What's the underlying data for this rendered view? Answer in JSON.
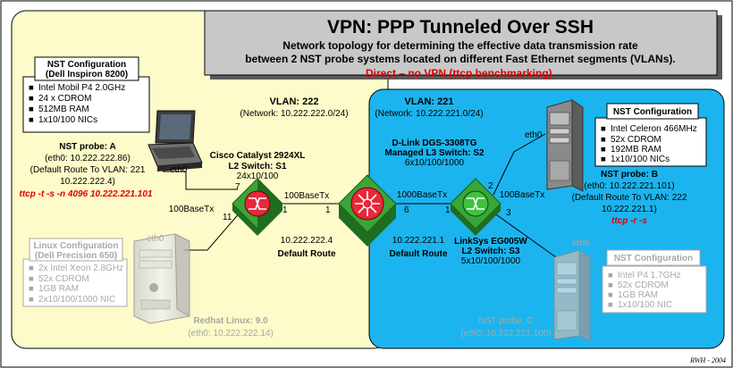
{
  "title": {
    "heading": "VPN: PPP Tunneled Over SSH",
    "line1": "Network topology for determining the effective data transmission rate",
    "line2": "between 2 NST probe systems located on different Fast Ethernet segments (VLANs).",
    "line3": "Direct – no VPN (ttcp benchmarking)."
  },
  "vlan222": {
    "label": "VLAN: 222",
    "network": "(Network: 10.222.222.0/24)"
  },
  "vlan221": {
    "label": "VLAN: 221",
    "network": "(Network: 10.222.221.0/24)"
  },
  "config_a": {
    "title1": "NST Configuration",
    "title2": "(Dell Inspiron 8200)",
    "items": [
      "Intel Mobil P4 2.0GHz",
      "24 x CDROM",
      "512MB RAM",
      "1x10/100 NICs"
    ]
  },
  "config_b": {
    "title1": "NST Configuration",
    "items": [
      "Intel Celeron 466MHz",
      "52x CDROM",
      "192MB RAM",
      "1x10/100 NICs"
    ]
  },
  "config_linux": {
    "title1": "Linux Configuration",
    "title2": "(Dell Precision 650)",
    "items": [
      "2x Intel Xeon 2.8GHz",
      "52x CDROM",
      "1GB RAM",
      "2x10/100/1000 NIC"
    ]
  },
  "config_c": {
    "title1": "NST Configuration",
    "items": [
      "Intel P4 1.7GHz",
      "52x CDROM",
      "1GB RAM",
      "1x10/100 NIC"
    ]
  },
  "probe_a": {
    "name": "NST probe: A",
    "ip": "(eth0: 10.222.222.86)",
    "route1": "(Default Route To VLAN: 221",
    "route2": "10.222.222.4)",
    "cmd": "ttcp -t -s -n 4096 10.222.221.101",
    "iface": "eth0"
  },
  "probe_b": {
    "name": "NST probe: B",
    "ip": "(eth0: 10.222.221.101)",
    "route1": "(Default Route To VLAN: 222",
    "route2": "10.222.221.1)",
    "cmd": "ttcp -r -s",
    "iface": "eth0"
  },
  "probe_c": {
    "name": "NST probe: C",
    "ip": "(eth0: 10.222.221.100)",
    "iface": "eth0"
  },
  "redhat": {
    "name": "Redhat Linux: 9.0",
    "ip": "(eth0: 10.222.222.14)",
    "iface": "eth0"
  },
  "switch_s1": {
    "l1": "Cisco Catalyst 2924XL",
    "l2": "L2 Switch: S1",
    "l3": "24x10/100"
  },
  "switch_s2": {
    "l1": "D-Link DGS-3308TG",
    "l2": "Managed L3 Switch: S2",
    "l3": "6x10/100/1000"
  },
  "switch_s3": {
    "l1": "LinkSys EG005W",
    "l2": "L2 Switch: S3",
    "l3": "5x10/100/1000"
  },
  "route_s1": {
    "ip": "10.222.222.4",
    "label": "Default Route"
  },
  "route_s3": {
    "ip": "10.222.221.1",
    "label": "Default Route"
  },
  "links": {
    "s1_s2_speed": "100BaseTx",
    "s1_redhat_speed": "100BaseTx",
    "s2_s3_speed": "1000BaseTx",
    "s3_b_speed": "100BaseTx",
    "port_s1_a": "7",
    "port_s1_s2": "1",
    "port_s1_redhat": "11",
    "port_s2_s1": "1",
    "port_s2_s3": "6",
    "port_s3_s2": "1",
    "port_s3_b": "2",
    "port_s3_c": "3"
  },
  "credit": "RWH - 2004",
  "colors": {
    "vlan222_fill": "#fdfbc9",
    "vlan221_fill": "#1cb4ee",
    "title_fill": "#c8c8c8",
    "switch_red": "#e8283b",
    "switch_green": "#3aa63a",
    "direct_red": "#e00000",
    "gray_text": "#a8a8a8"
  }
}
